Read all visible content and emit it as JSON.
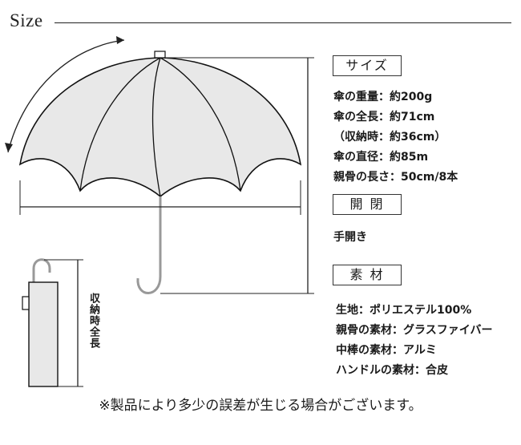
{
  "header": {
    "title": "Size"
  },
  "sections": {
    "size": {
      "label": "サイズ",
      "specs": [
        "傘の重量：約200g",
        "傘の全長：約71cm",
        "（収納時：約36cm）",
        "傘の直径：約85m",
        "親骨の長さ：50cm/8本"
      ]
    },
    "opening": {
      "label": "開 閉",
      "value": "手開き"
    },
    "material": {
      "label": "素 材",
      "specs": [
        "生地：ポリエステル100%",
        "親骨の素材：グラスファイバー",
        "中棒の素材：アルミ",
        "ハンドルの素材：合皮"
      ]
    }
  },
  "folded": {
    "label": "収納時全長"
  },
  "footnote": "※製品により多少の誤差が生じる場合がございます。"
}
